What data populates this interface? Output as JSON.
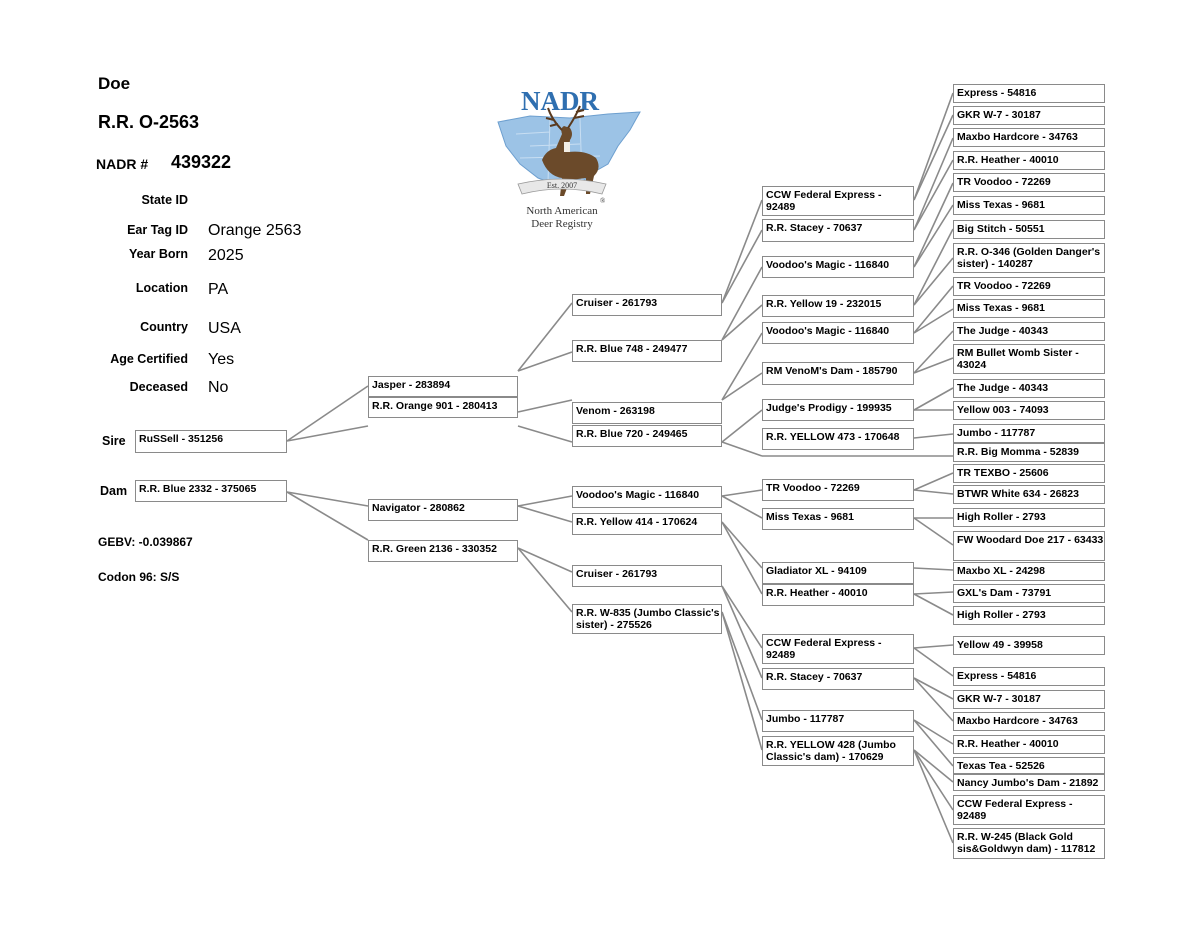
{
  "header": {
    "sex": "Doe",
    "name": "R.R. O-2563",
    "nadr_label": "NADR #",
    "nadr_number": "439322"
  },
  "fields": [
    {
      "label": "State ID",
      "value": ""
    },
    {
      "label": "Ear Tag ID",
      "value": "Orange 2563"
    },
    {
      "label": "Year Born",
      "value": "2025"
    },
    {
      "label": "Location",
      "value": "PA"
    },
    {
      "label": "Country",
      "value": "USA"
    },
    {
      "label": "Age Certified",
      "value": "Yes"
    },
    {
      "label": "Deceased",
      "value": "No"
    }
  ],
  "sire_label": "Sire",
  "dam_label": "Dam",
  "gebv": "GEBV: -0.039867",
  "codon": "Codon 96: S/S",
  "logo": {
    "title": "NADR",
    "est": "Est. 2007",
    "line1": "North American",
    "line2": "Deer Registry",
    "reg": "®",
    "colors": {
      "title": "#2f6fb0",
      "map": "#9cc3e6",
      "deer": "#6b4a2a"
    }
  },
  "pedigree": {
    "sire": "RuSSell - 351256",
    "dam": "R.R. Blue 2332 - 375065",
    "gen2": [
      "Jasper - 283894",
      "R.R. Orange 901 - 280413",
      "Navigator - 280862",
      "R.R. Green 2136 - 330352"
    ],
    "gen3": [
      "Cruiser - 261793",
      "R.R. Blue 748 - 249477",
      "Venom - 263198",
      "R.R. Blue 720 - 249465",
      "Voodoo's Magic - 116840",
      "R.R. Yellow 414 - 170624",
      "Cruiser - 261793",
      "R.R. W-835 (Jumbo Classic's sister) - 275526"
    ],
    "gen4": [
      "CCW Federal Express - 92489",
      "R.R. Stacey - 70637",
      "Voodoo's Magic - 116840",
      "R.R. Yellow 19 - 232015",
      "Voodoo's Magic - 116840",
      "RM VenoM's Dam - 185790",
      "Judge's Prodigy - 199935",
      "R.R. YELLOW 473 - 170648",
      "TR Voodoo - 72269",
      "Miss Texas - 9681",
      "Gladiator XL - 94109",
      "R.R. Heather - 40010",
      "CCW Federal Express - 92489",
      "R.R. Stacey - 70637",
      "Jumbo - 117787",
      "R.R. YELLOW 428 (Jumbo Classic's dam) - 170629"
    ],
    "gen5": [
      "Express - 54816",
      "GKR W-7 - 30187",
      "Maxbo Hardcore - 34763",
      "R.R. Heather - 40010",
      "TR Voodoo - 72269",
      "Miss Texas - 9681",
      "Big Stitch - 50551",
      "R.R. O-346 (Golden Danger's sister) - 140287",
      "TR Voodoo - 72269",
      "Miss Texas - 9681",
      "The Judge - 40343",
      "RM Bullet Womb Sister - 43024",
      "The Judge - 40343",
      "Yellow 003 - 74093",
      "Jumbo - 117787",
      "R.R. Big Momma - 52839",
      "TR TEXBO - 25606",
      "BTWR White 634 - 26823",
      "High Roller - 2793",
      "FW Woodard Doe 217 - 63433",
      "Maxbo XL - 24298",
      "GXL's Dam - 73791",
      "High Roller - 2793",
      "Yellow 49 - 39958",
      "Express - 54816",
      "GKR W-7 - 30187",
      "Maxbo Hardcore - 34763",
      "R.R. Heather - 40010",
      "Texas Tea - 52526",
      "Nancy Jumbo's Dam - 21892",
      "CCW Federal Express - 92489",
      "R.R. W-245 (Black Gold sis&Goldwyn dam) - 117812"
    ]
  }
}
